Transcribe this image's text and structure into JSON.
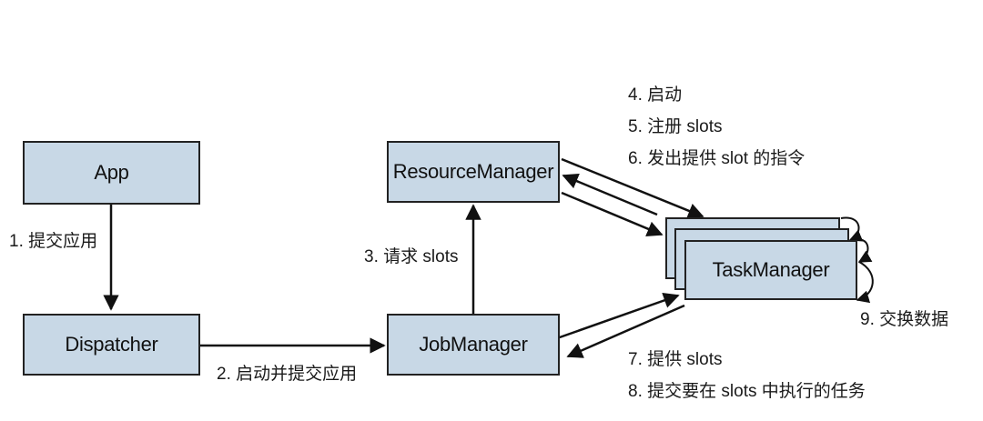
{
  "colors": {
    "box_fill": "#c8d8e6",
    "box_border": "#222222",
    "arrow": "#111111",
    "background": "#ffffff"
  },
  "nodes": {
    "app": "App",
    "dispatcher": "Dispatcher",
    "jobmanager": "JobManager",
    "resourcemanager": "ResourceManager",
    "taskmanager": "TaskManager"
  },
  "steps": {
    "s1": "1. 提交应用",
    "s2": "2. 启动并提交应用",
    "s3": "3. 请求 slots",
    "s4": "4. 启动",
    "s5": "5. 注册 slots",
    "s6": "6. 发出提供 slot 的指令",
    "s7": "7. 提供 slots",
    "s8": "8. 提交要在 slots 中执行的任务",
    "s9": "9. 交换数据"
  }
}
